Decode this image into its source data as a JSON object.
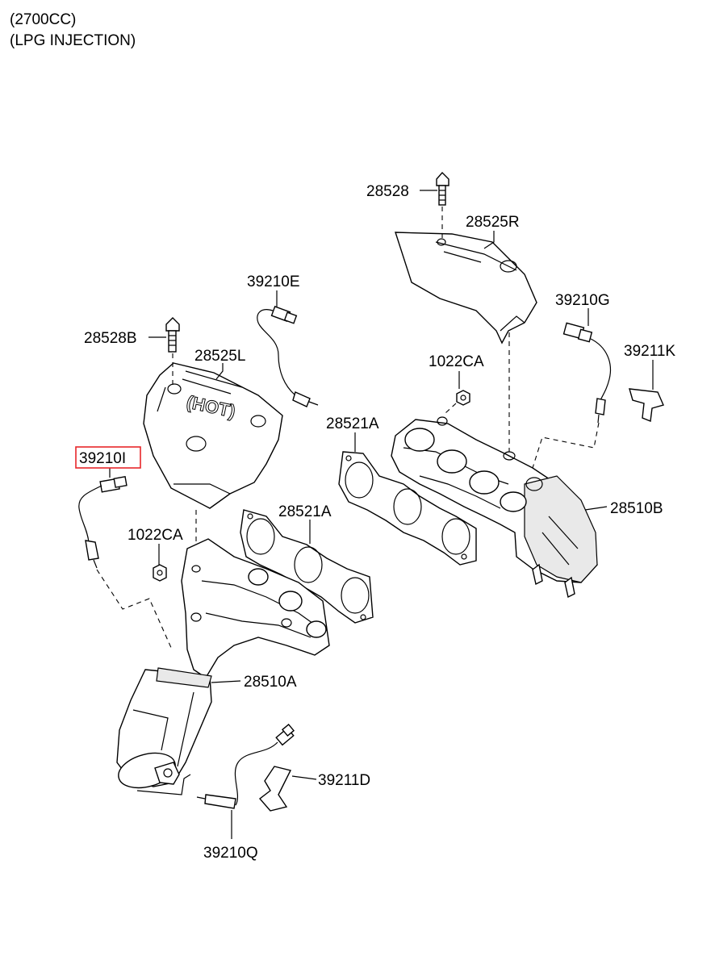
{
  "header": {
    "line1": "(2700CC)",
    "line2": "(LPG INJECTION)"
  },
  "highlight_color": "#e8262a",
  "callouts": {
    "bolt_right": "28528",
    "heat_shield_right": "28525R",
    "sensor_e": "39210E",
    "sensor_g": "39210G",
    "bolt_left": "28528B",
    "heat_shield_left": "28525L",
    "nut_right": "1022CA",
    "bracket_k": "39211K",
    "gasket_right": "28521A",
    "sensor_i": "39210I",
    "gasket_left": "28521A",
    "manifold_right": "28510B",
    "nut_left": "1022CA",
    "manifold_left": "28510A",
    "bracket_d": "39211D",
    "sensor_q": "39210Q"
  },
  "highlighted_part": "39210I"
}
